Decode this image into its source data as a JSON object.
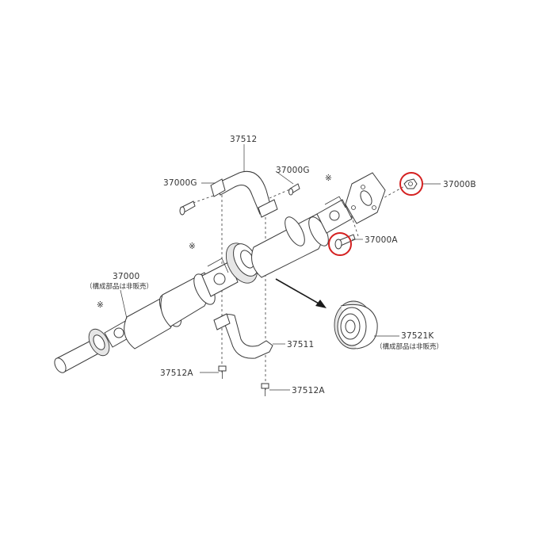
{
  "colors": {
    "line": "#3a3a3a",
    "text": "#333333",
    "highlight": "#d42020",
    "background": "#ffffff"
  },
  "labels": {
    "p37512_top": "37512",
    "p37000G_left": "37000G",
    "p37000G_right": "37000G",
    "p37000B": "37000B",
    "p37000A": "37000A",
    "p37000": "37000",
    "p37000_note": "（構成部品は非販売）",
    "p37521K": "37521K",
    "p37521K_note": "（構成部品は非販売）",
    "p37511": "37511",
    "p37512A_left": "37512A",
    "p37512A_right": "37512A"
  },
  "marks": {
    "asterisk": "※"
  },
  "highlighted_parts": [
    "37000B",
    "37000A"
  ]
}
